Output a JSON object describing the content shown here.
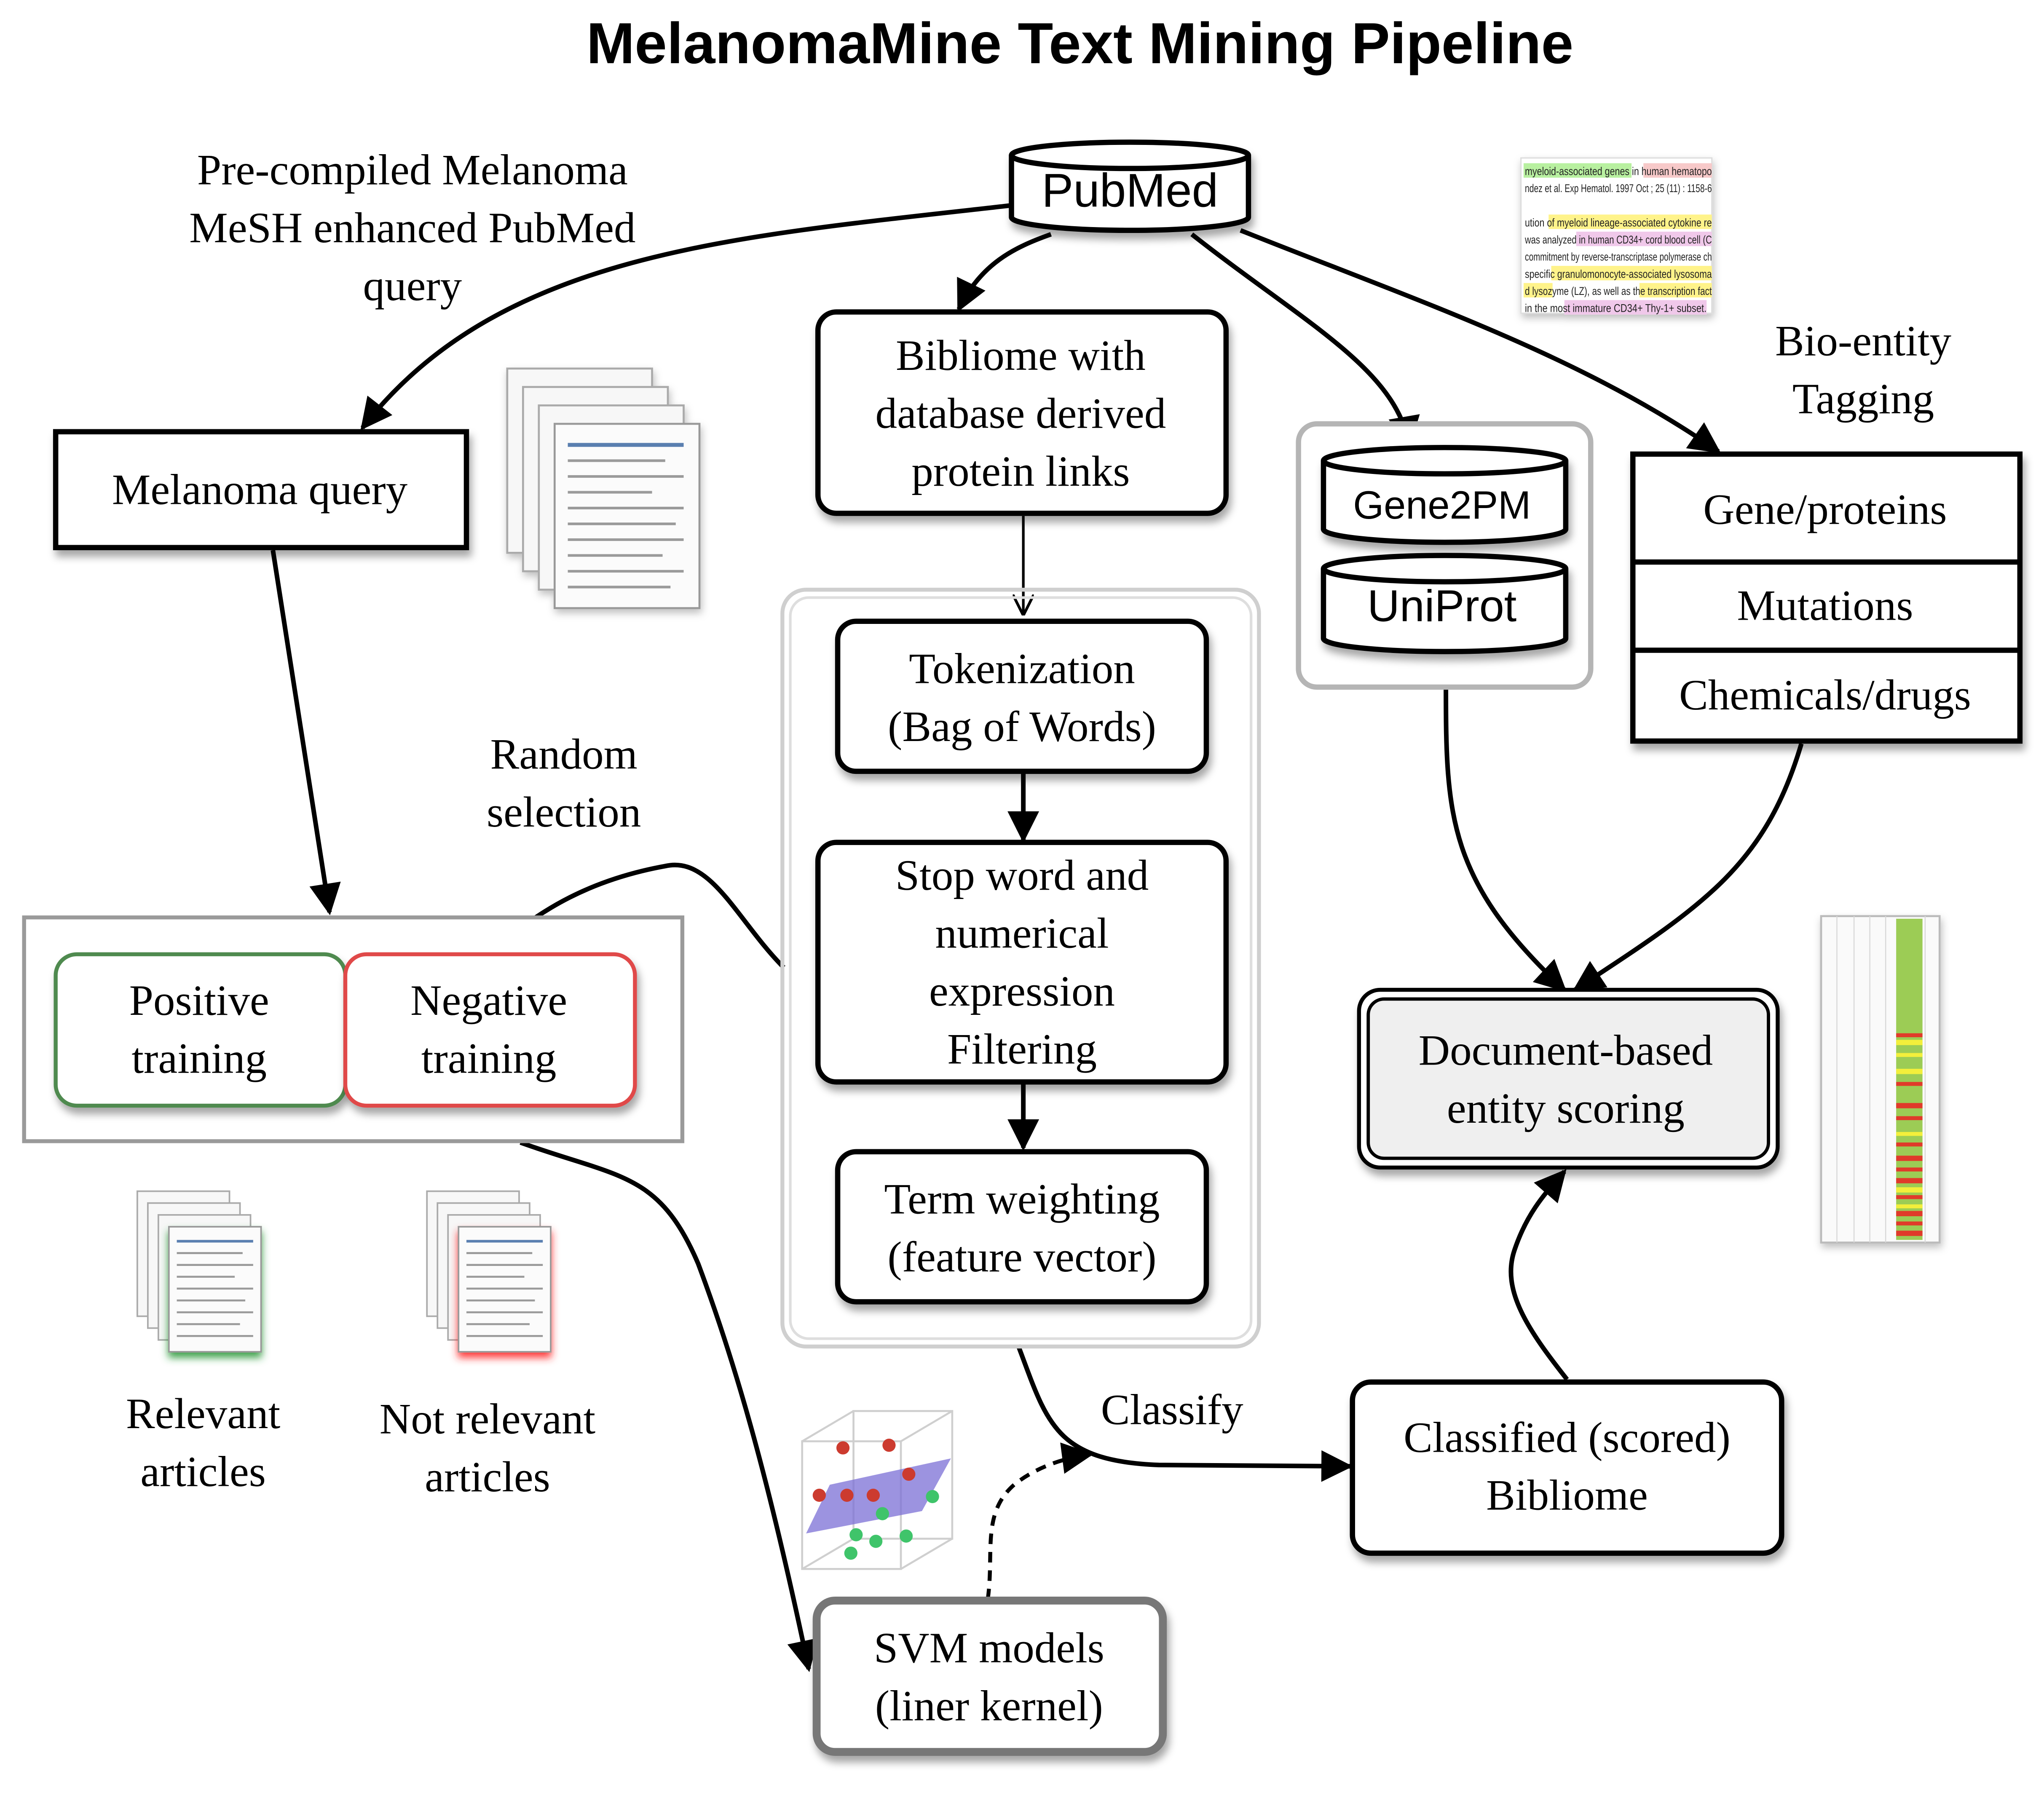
{
  "title": "MelanomaMine  Text Mining Pipeline",
  "query_annotation": [
    "Pre-compiled Melanoma",
    "MeSH enhanced PubMed",
    "query"
  ],
  "random_selection": [
    "Random",
    "selection"
  ],
  "bio_entity_tagging": [
    "Bio-entity",
    "Tagging"
  ],
  "classify_label": "Classify",
  "nodes": {
    "pubmed": "PubMed",
    "melanoma_query": "Melanoma query",
    "bibliome": [
      "Bibliome with",
      "database derived",
      "protein links"
    ],
    "gene2pm": "Gene2PM",
    "uniprot": "UniProt",
    "entity_table": [
      "Gene/proteins",
      "Mutations",
      "Chemicals/drugs"
    ],
    "tokenization": [
      "Tokenization",
      "(Bag of Words)"
    ],
    "stopword": [
      "Stop word and",
      "numerical",
      "expression",
      "Filtering"
    ],
    "term_weighting": [
      "Term weighting",
      "(feature vector)"
    ],
    "positive_training": [
      "Positive",
      "training"
    ],
    "negative_training": [
      "Negative",
      "training"
    ],
    "document_scoring": [
      "Document-based",
      "entity scoring"
    ],
    "classified_bibliome": [
      "Classified (scored)",
      "Bibliome"
    ],
    "svm_models": [
      "SVM models",
      "(liner kernel)"
    ]
  },
  "relevant_articles": [
    "Relevant",
    "articles"
  ],
  "not_relevant_articles": [
    "Not relevant",
    "articles"
  ],
  "tagged_text_snippet": [
    "myeloid-associated genes in human hematopo",
    "ndez et al. Exp Hematol. 1997 Oct ; 25 (11) : 1158-6",
    "ution of myeloid lineage-associated cytokine re",
    "was analyzed in human CD34+ cord blood cell (C",
    "commitment by reverse-transcriptase polymerase ch",
    "specific granulomonocyte-associated lysosoma",
    "d lysozyme (LZ), as well as the transcription fact",
    "in the most immature CD34+ Thy-1+ subset."
  ],
  "colors": {
    "positive_border": "#4f8a4f",
    "negative_border": "#e04848",
    "scoring_fill": "#efefef",
    "svm_border": "#777777",
    "plane": "#7b6fd6",
    "red_dot": "#cc3b2f",
    "green_dot": "#3fc46a"
  }
}
